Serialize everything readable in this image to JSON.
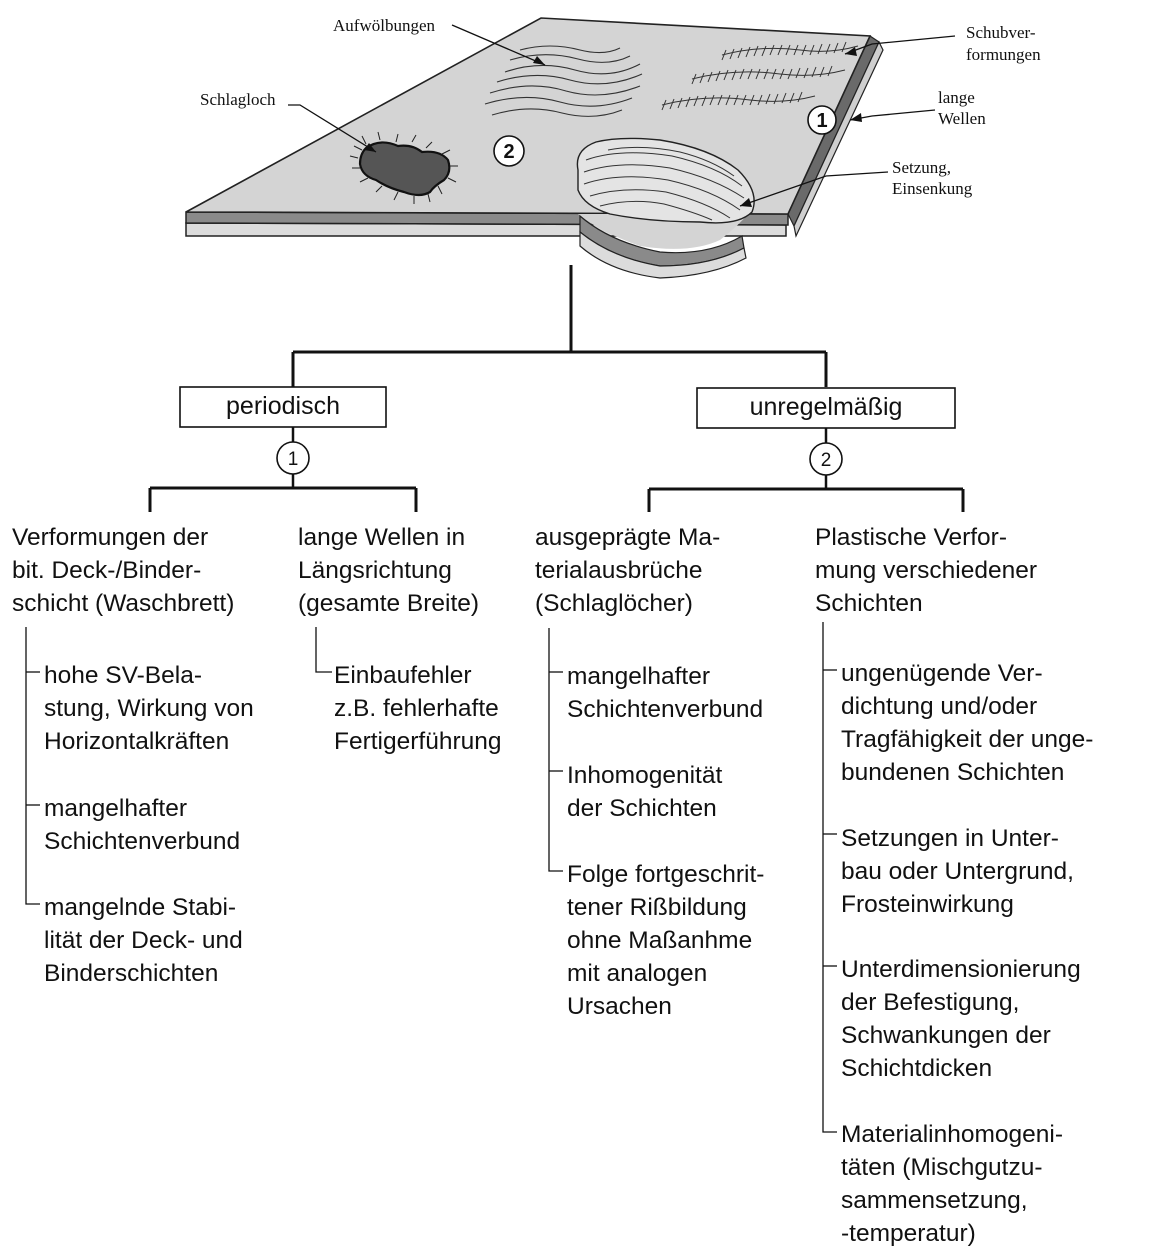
{
  "illustration": {
    "label_aufwoelbungen": "Aufwölbungen",
    "label_schubverformungen_1": "Schubver-",
    "label_schubverformungen_2": "formungen",
    "label_schlagloch": "Schlagloch",
    "label_lange_wellen_1": "lange",
    "label_lange_wellen_2": "Wellen",
    "label_setzung_1": "Setzung,",
    "label_setzung_2": "Einsenkung",
    "marker_1": "1",
    "marker_2": "2"
  },
  "categories": {
    "periodisch": {
      "label": "periodisch",
      "marker": "1"
    },
    "unregelmaessig": {
      "label": "unregelmäßig",
      "marker": "2"
    }
  },
  "columns": [
    {
      "heading": "Verformungen der\nbit. Deck-/Binder-\nschicht (Waschbrett)",
      "causes": [
        "hohe SV-Bela-\nstung, Wirkung von\nHorizontalkräften",
        "mangelhafter\nSchichtenverbund",
        "mangelnde Stabi-\nlität der Deck- und\nBinderschichten"
      ]
    },
    {
      "heading": "lange Wellen in\nLängsrichtung\n(gesamte Breite)",
      "causes": [
        "Einbaufehler\nz.B. fehlerhafte\nFertigerführung"
      ]
    },
    {
      "heading": "ausgeprägte Ma-\nterialausbrüche\n(Schlaglöcher)",
      "causes": [
        "mangelhafter\nSchichtenverbund",
        "Inhomogenität\nder Schichten",
        "Folge fortgeschrit-\ntener Rißbildung\nohne Maßanhme\nmit analogen\nUrsachen"
      ]
    },
    {
      "heading": "Plastische Verfor-\nmung verschiedener\nSchichten",
      "causes": [
        "ungenügende Ver-\ndichtung und/oder\nTragfähigkeit der unge-\nbundenen Schichten",
        "Setzungen in Unter-\nbau oder Untergrund,\nFrosteinwirkung",
        "Unterdimensionierung\nder Befestigung,\nSchwankungen der\nSchichtdicken",
        "Materialinhomogeni-\ntäten (Mischgutzu-\nsammensetzung,\n-temperatur)"
      ]
    }
  ]
}
